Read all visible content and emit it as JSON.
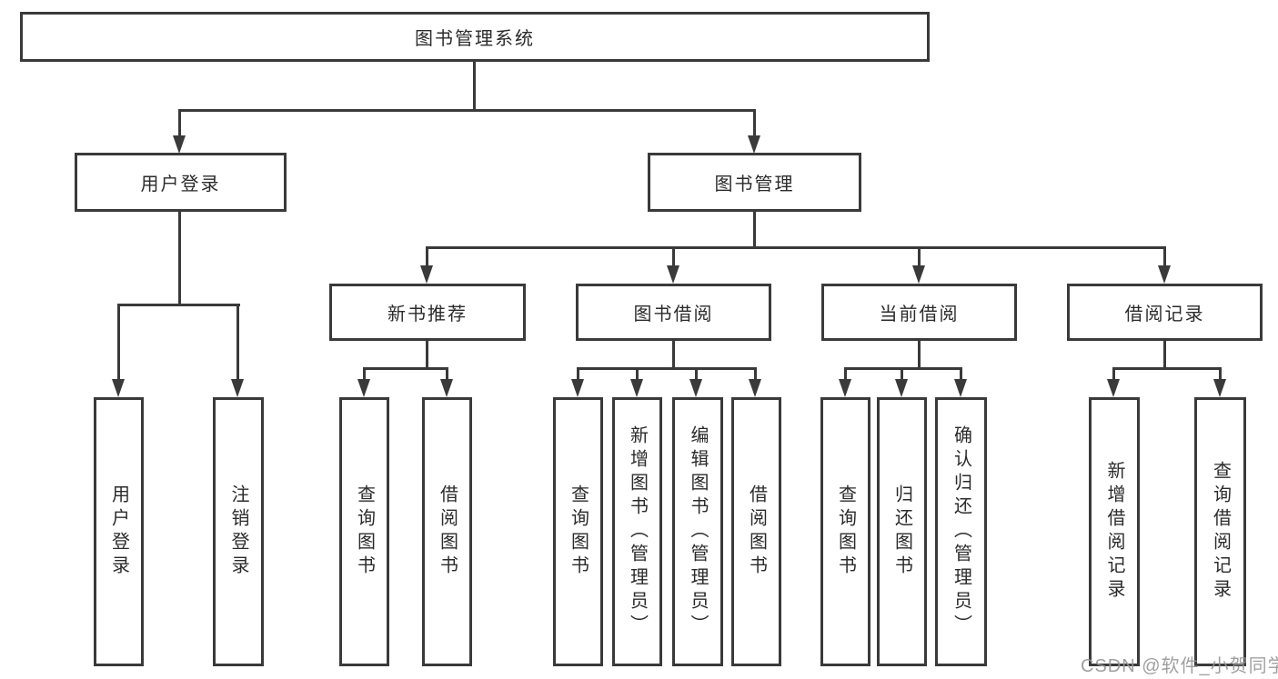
{
  "tree": {
    "root": "图书管理系统",
    "children": [
      {
        "label": "用户登录",
        "children": [
          "用户登录",
          "注销登录"
        ]
      },
      {
        "label": "图书管理",
        "children": [
          {
            "label": "新书推荐",
            "children": [
              "查询图书",
              "借阅图书"
            ]
          },
          {
            "label": "图书借阅",
            "children": [
              "查询图书",
              "新增图书（管理员）",
              "编辑图书（管理员）",
              "借阅图书"
            ]
          },
          {
            "label": "当前借阅",
            "children": [
              "查询图书",
              "归还图书",
              "确认归还（管理员）"
            ]
          },
          {
            "label": "借阅记录",
            "children": [
              "新增借阅记录",
              "查询借阅记录"
            ]
          }
        ]
      }
    ]
  },
  "watermark": "CSDN @软件_小贺同学",
  "colors": {
    "line": "#3a3a3a",
    "text": "#2b2b2b",
    "watermark": "#969696",
    "background": "#ffffff"
  }
}
